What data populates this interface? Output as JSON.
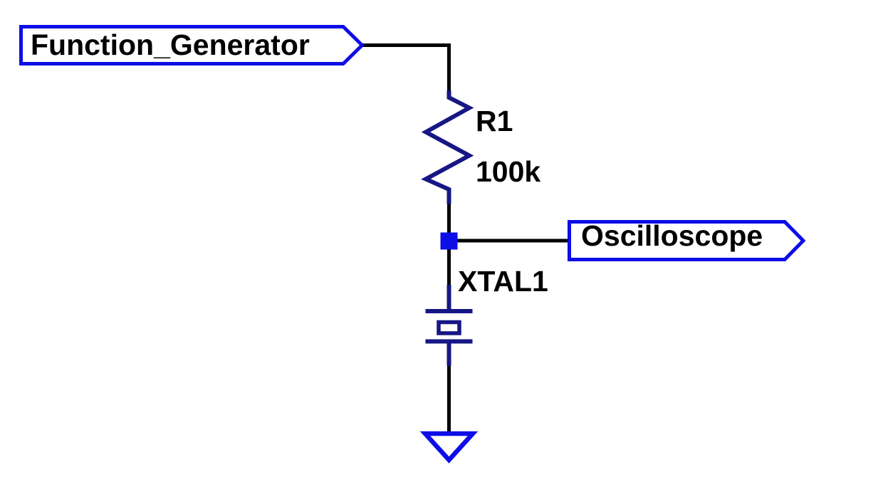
{
  "schematic": {
    "net_flags": [
      {
        "label": "Function_Generator"
      },
      {
        "label": "Oscilloscope"
      }
    ],
    "components": [
      {
        "type": "resistor",
        "designator": "R1",
        "value": "100k"
      },
      {
        "type": "crystal",
        "designator": "XTAL1"
      }
    ],
    "colors": {
      "background": "#FFFFFF",
      "wire": "#000000",
      "symbol_outline": "#161684",
      "flag_outline": "#0D0DE8",
      "junction": "#0D0DE8",
      "label_text": "#000000"
    }
  }
}
